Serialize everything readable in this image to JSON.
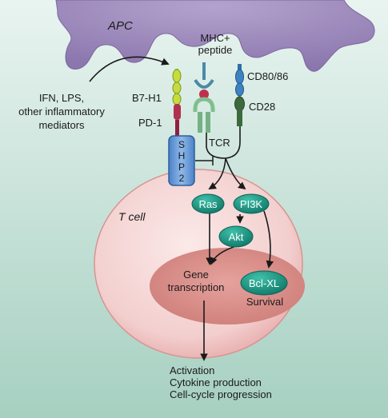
{
  "labels": {
    "apc": "APC",
    "mhc_line1": "MHC+",
    "mhc_line2": "peptide",
    "cd80": "CD80/86",
    "cd28": "CD28",
    "b7h1": "B7-H1",
    "pd1": "PD-1",
    "tcr": "TCR",
    "ifn_line1": "IFN, LPS,",
    "ifn_line2": "other inflammatory",
    "ifn_line3": "mediators",
    "tcell": "T cell",
    "shp2": [
      "S",
      "H",
      "P",
      "2"
    ],
    "ras": "Ras",
    "pi3k": "PI3K",
    "akt": "Akt",
    "gene_line1": "Gene",
    "gene_line2": "transcription",
    "bclxl": "Bcl-XL",
    "survival": "Survival",
    "outcome_1": "Activation",
    "outcome_2": "Cytokine production",
    "outcome_3": "Cell-cycle progression"
  },
  "colors": {
    "background_top": "#e6f2ee",
    "background_bottom": "#a9d2c3",
    "apc": "#9a86b8",
    "cell": "#f3d2d2",
    "nucleus": "#d98f8a",
    "node": "#19907f",
    "shp2": "#5b8fd0"
  }
}
